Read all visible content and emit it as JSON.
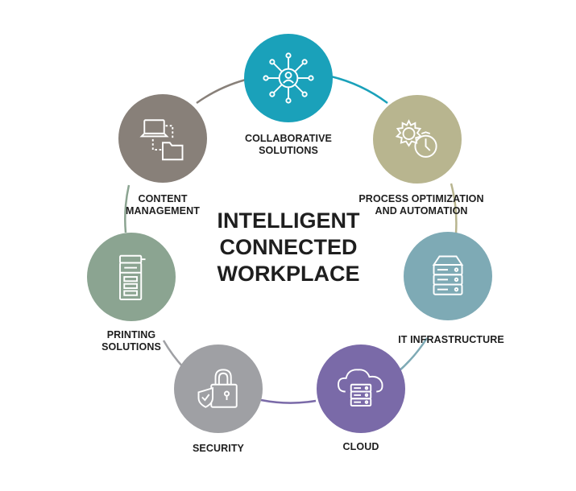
{
  "title": "INTELLIGENT\nCONNECTED\nWORKPLACE",
  "nodes": [
    {
      "id": "collaborative",
      "label": "COLLABORATIVE\nSOLUTIONS",
      "color": "#1aa1ba",
      "icon": "network-person-icon"
    },
    {
      "id": "process",
      "label": "PROCESS OPTIMIZATION\nAND AUTOMATION",
      "color": "#b8b58f",
      "icon": "gears-clock-icon"
    },
    {
      "id": "infrastructure",
      "label": "IT INFRASTRUCTURE",
      "color": "#7eaab5",
      "icon": "server-icon"
    },
    {
      "id": "cloud",
      "label": "CLOUD",
      "color": "#7a6aa8",
      "icon": "cloud-server-icon"
    },
    {
      "id": "security",
      "label": "SECURITY",
      "color": "#9fa0a4",
      "icon": "padlock-shield-icon"
    },
    {
      "id": "printing",
      "label": "PRINTING\nSOLUTIONS",
      "color": "#8ba491",
      "icon": "printer-icon"
    },
    {
      "id": "content",
      "label": "CONTENT\nMANAGEMENT",
      "color": "#888079",
      "icon": "laptop-folder-icon"
    }
  ],
  "ring": {
    "segment_colors": [
      "#1aa1ba",
      "#b8b58f",
      "#7eaab5",
      "#7a6aa8",
      "#9fa0a4",
      "#8ba491",
      "#888079"
    ]
  }
}
